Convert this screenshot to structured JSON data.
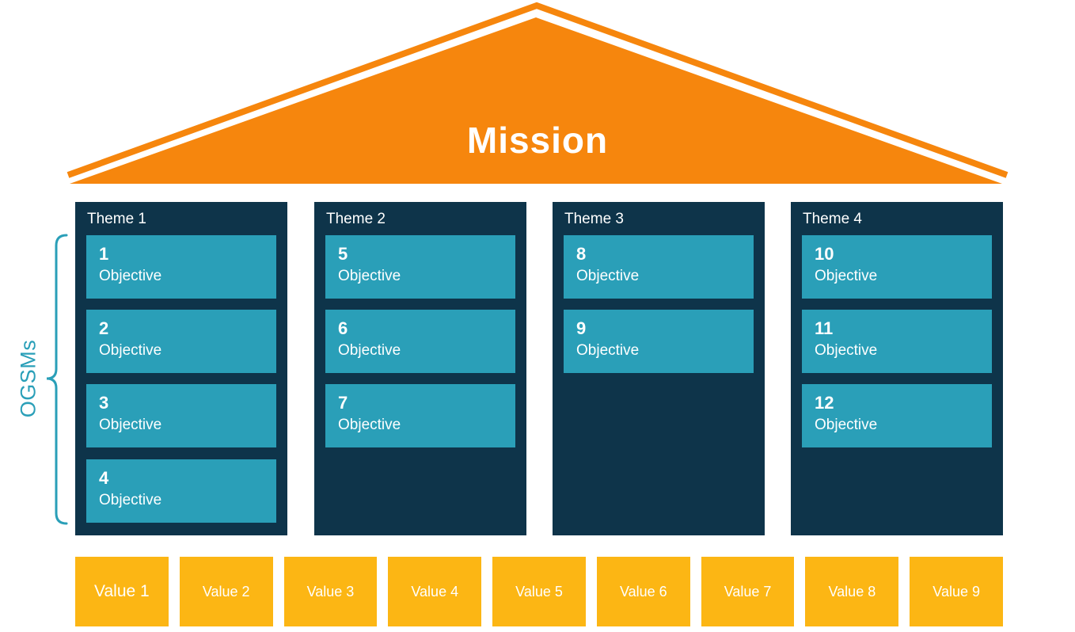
{
  "mission": {
    "title": "Mission"
  },
  "ogsm": {
    "label": "OGSMs"
  },
  "themes": [
    {
      "label": "Theme 1",
      "objectives": [
        {
          "number": "1",
          "label": "Objective"
        },
        {
          "number": "2",
          "label": "Objective"
        },
        {
          "number": "3",
          "label": "Objective"
        },
        {
          "number": "4",
          "label": "Objective"
        }
      ]
    },
    {
      "label": "Theme 2",
      "objectives": [
        {
          "number": "5",
          "label": "Objective"
        },
        {
          "number": "6",
          "label": "Objective"
        },
        {
          "number": "7",
          "label": "Objective"
        }
      ]
    },
    {
      "label": "Theme 3",
      "objectives": [
        {
          "number": "8",
          "label": "Objective"
        },
        {
          "number": "9",
          "label": "Objective"
        }
      ]
    },
    {
      "label": "Theme 4",
      "objectives": [
        {
          "number": "10",
          "label": "Objective"
        },
        {
          "number": "11",
          "label": "Objective"
        },
        {
          "number": "12",
          "label": "Objective"
        }
      ]
    }
  ],
  "values": [
    "Value 1",
    "Value 2",
    "Value 3",
    "Value 4",
    "Value 5",
    "Value 6",
    "Value 7",
    "Value 8",
    "Value 9"
  ],
  "colors": {
    "roof_orange": "#F6860D",
    "pillar_navy": "#0E344A",
    "objective_teal": "#2A9FB8",
    "value_gold": "#FCB614",
    "text_white": "#FFFFFF"
  }
}
